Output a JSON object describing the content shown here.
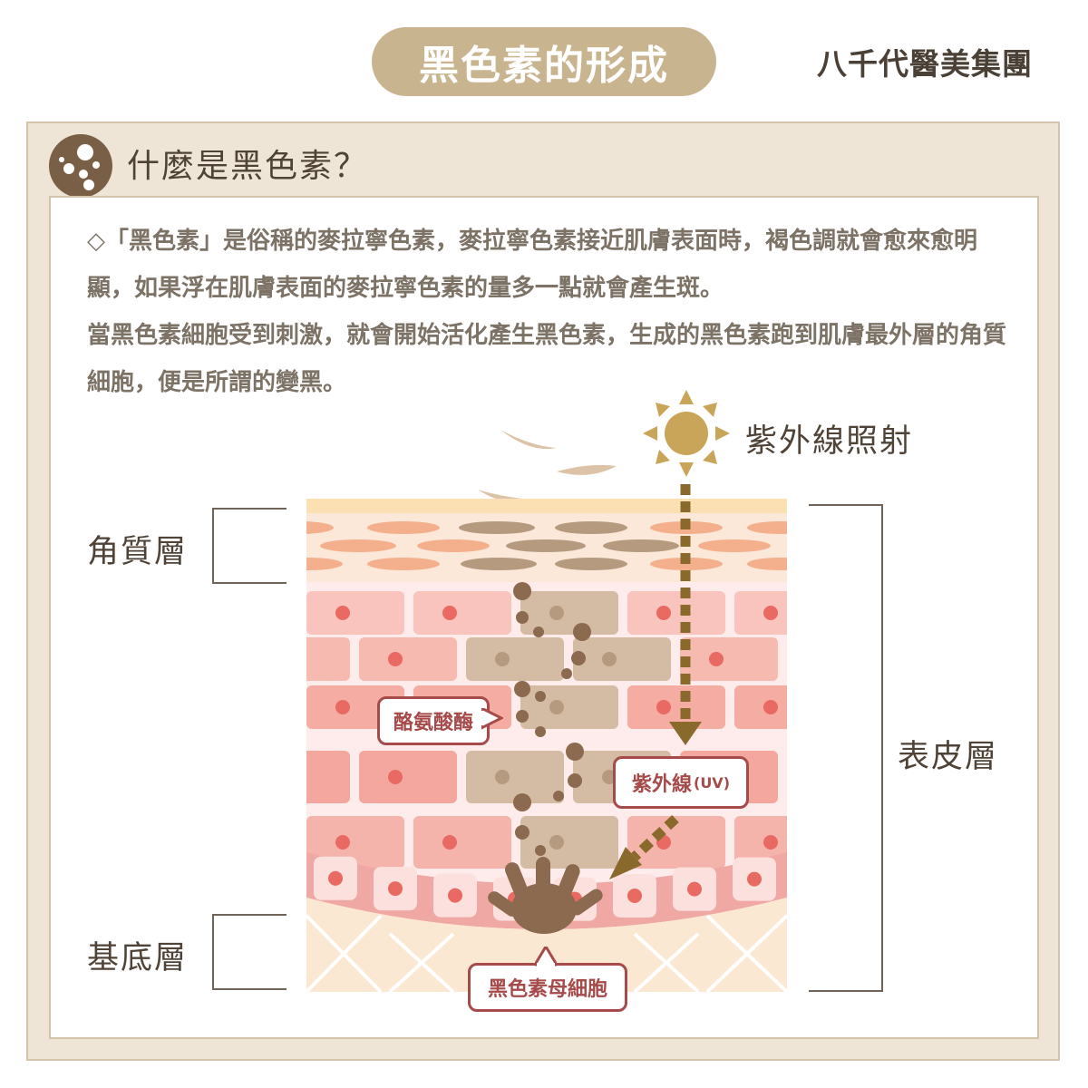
{
  "header": {
    "title": "黑色素的形成",
    "brand": "八千代醫美集團"
  },
  "section": {
    "heading": "什麼是黑色素？",
    "paragraphs": [
      "◇「黑色素」是俗稱的麥拉寧色素，麥拉寧色素接近肌膚表面時，褐色調就會愈來愈明顯，如果浮在肌膚表面的麥拉寧色素的量多一點就會產生斑。",
      "當黑色素細胞受到刺激，就會開始活化產生黑色素，生成的黑色素跑到肌膚最外層的角質細胞，便是所謂的變黑。"
    ]
  },
  "diagram": {
    "uv_label": "紫外線照射",
    "layers": {
      "stratum_corneum": "角質層",
      "basal_layer": "基底層",
      "epidermis": "表皮層"
    },
    "callouts": {
      "tyrosinase": "酪氨酸酶",
      "uv": "紫外線",
      "uv_suffix": "(UV)",
      "melanocyte": "黑色素母細胞"
    },
    "icons": [
      "melanin-dots-icon",
      "sun-icon",
      "uv-arrow-icon"
    ],
    "colors": {
      "pill": "#c8b48f",
      "frame": "#eee5d6",
      "callout": "#a64a4a",
      "melanin": "#8c6a4f",
      "sun": "#c9a55a",
      "skin_cell": "#f5b4ab",
      "melanin_cell": "#d4bba3"
    }
  }
}
